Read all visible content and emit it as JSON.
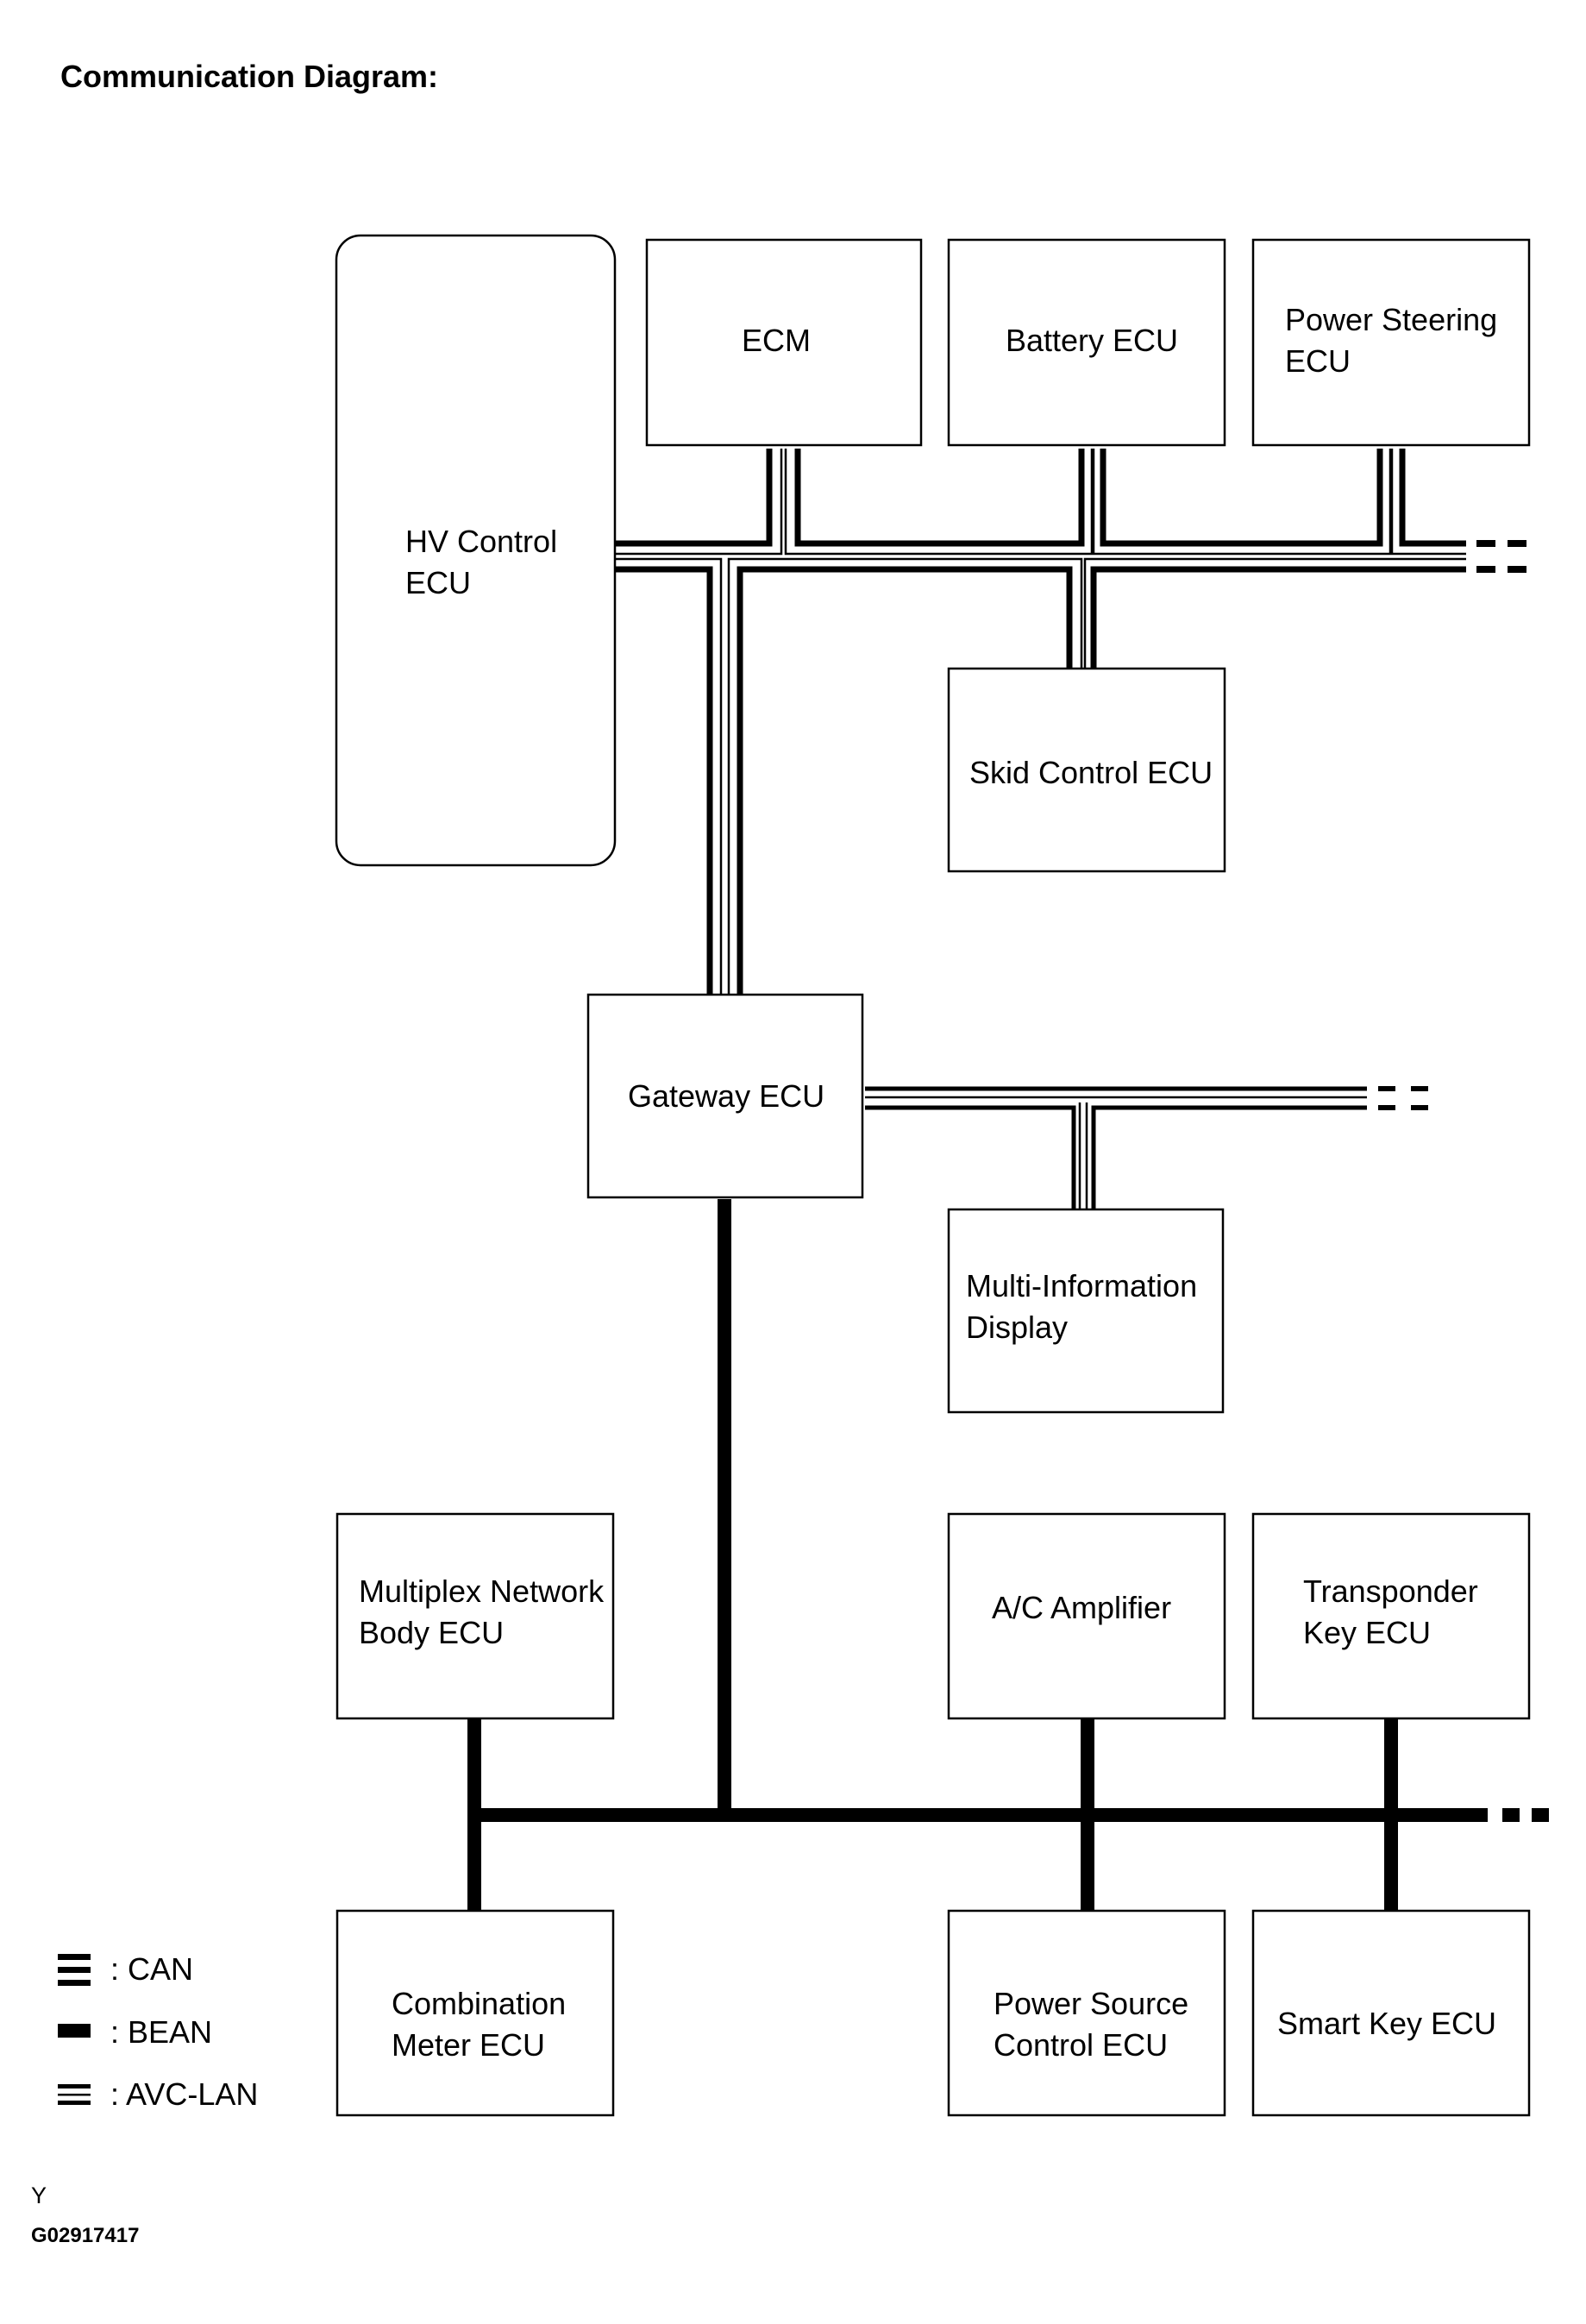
{
  "title": "Communication Diagram:",
  "nodes": {
    "hv": [
      "HV Control",
      "ECU"
    ],
    "ecm": [
      "ECM"
    ],
    "battery": [
      "Battery ECU"
    ],
    "power_steering": [
      "Power Steering",
      "ECU"
    ],
    "skid": [
      "Skid Control ECU"
    ],
    "gateway": [
      "Gateway ECU"
    ],
    "multi_info": [
      "Multi-Information",
      "Display"
    ],
    "multiplex": [
      "Multiplex Network",
      "Body ECU"
    ],
    "ac_amp": [
      "A/C Amplifier"
    ],
    "transponder": [
      "Transponder",
      "Key ECU"
    ],
    "combination_meter": [
      "Combination",
      "Meter ECU"
    ],
    "power_source": [
      "Power Source",
      "Control ECU"
    ],
    "smart_key": [
      "Smart Key ECU"
    ]
  },
  "legend": {
    "can": ": CAN",
    "bean": ": BEAN",
    "avc_lan": ": AVC-LAN"
  },
  "footer": {
    "code_y": "Y",
    "code_id": "G02917417"
  }
}
